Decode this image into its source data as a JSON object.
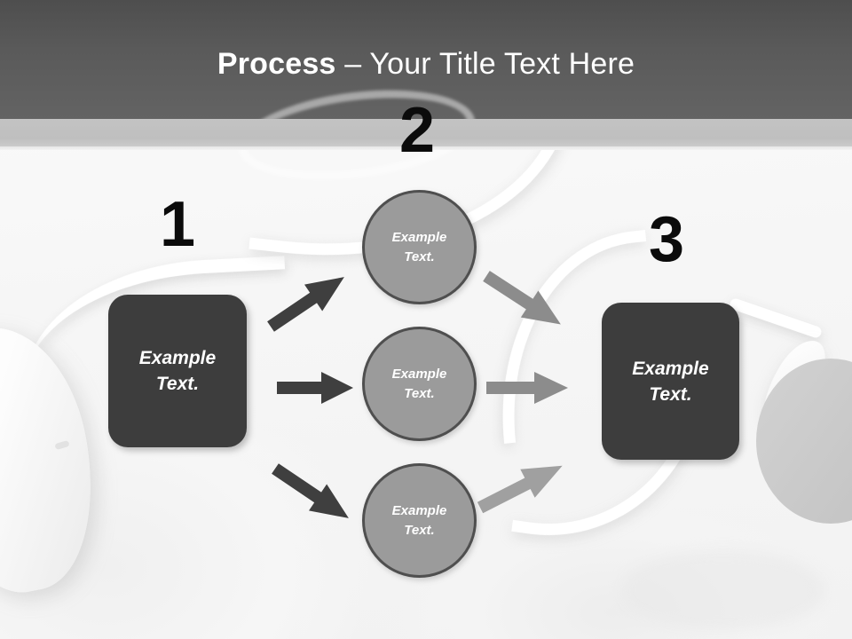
{
  "slide": {
    "title_bold": "Process",
    "title_rest": " – Your Title Text Here",
    "background_color": "#f7f7f7",
    "header_color": "#5a5a5a",
    "header_strip_color": "#c3c3c3"
  },
  "steps": [
    {
      "number": "1",
      "label_line1": "Example",
      "label_line2": "Text.",
      "shape": "rounded-box",
      "fill": "#3d3d3d"
    },
    {
      "number": "2",
      "label_line1": "Example",
      "label_line2": "Text.",
      "shape": "circle",
      "fill": "#9b9b9b"
    },
    {
      "number": "3",
      "label_line1": "Example",
      "label_line2": "Text.",
      "shape": "rounded-box",
      "fill": "#3d3d3d"
    }
  ],
  "nodes": {
    "start_box": {
      "line1": "Example",
      "line2": "Text."
    },
    "circle_top": {
      "line1": "Example",
      "line2": "Text."
    },
    "circle_mid": {
      "line1": "Example",
      "line2": "Text."
    },
    "circle_bottom": {
      "line1": "Example",
      "line2": "Text."
    },
    "end_box": {
      "line1": "Example",
      "line2": "Text."
    }
  },
  "arrows": [
    {
      "id": "start-to-top",
      "direction": "up-right",
      "color": "#3f3f3f"
    },
    {
      "id": "start-to-mid",
      "direction": "right",
      "color": "#3f3f3f"
    },
    {
      "id": "start-to-bottom",
      "direction": "down-right",
      "color": "#3f3f3f"
    },
    {
      "id": "top-to-end",
      "direction": "down-right",
      "color": "#8c8c8c"
    },
    {
      "id": "mid-to-end",
      "direction": "right",
      "color": "#8c8c8c"
    },
    {
      "id": "bottom-to-end",
      "direction": "up-right",
      "color": "#a0a0a0"
    }
  ],
  "colors": {
    "dark_box": "#3d3d3d",
    "circle_fill": "#9b9b9b",
    "circle_border": "#4f4f4f",
    "arrow_dark": "#3f3f3f",
    "arrow_light": "#8c8c8c",
    "number_text": "#0b0b0b",
    "node_text": "#ffffff"
  }
}
